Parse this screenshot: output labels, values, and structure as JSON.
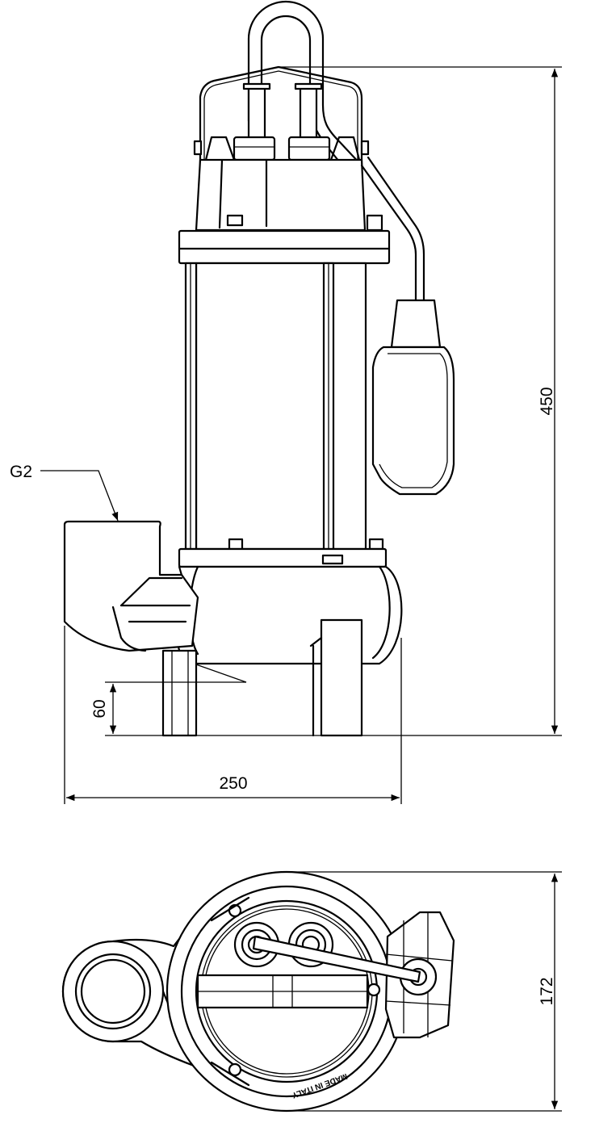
{
  "drawing": {
    "side_view": {
      "discharge_label": "G2",
      "height_dim": "450",
      "width_dim": "250",
      "foot_height_dim": "60"
    },
    "top_view": {
      "depth_dim": "172",
      "casting_text": "MADE IN ITALY"
    },
    "colors": {
      "line": "#000000",
      "background": "#ffffff"
    }
  }
}
